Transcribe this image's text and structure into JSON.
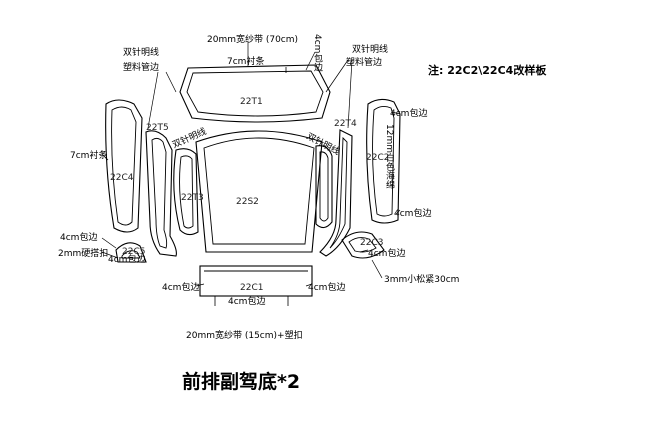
{
  "note": "注: 22C2\\22C4改样板",
  "title": "前排副驾底*2",
  "piece_codes": {
    "top": "22T1",
    "center": "22S2",
    "left_side": "22C4",
    "right_side": "22C2",
    "left_gusset": "22T5",
    "right_gusset": "22T4",
    "left_inner_strip": "22T3",
    "bottom": "22C1",
    "left_small": "22C5",
    "right_small": "22C3"
  },
  "labels": {
    "top_band": "20mm宽纱带 (70cm)",
    "top_liner": "7cm衬条",
    "top_edge_v": "4cm包边",
    "left_stitch": "双针明线",
    "left_tube": "塑料管边",
    "right_stitch": "双针明线",
    "right_tube": "塑料管边",
    "left_side_liner": "7cm衬条",
    "left_diag_stitch": "双针明线",
    "right_diag_stitch": "双针明线",
    "right_top_edge": "4cm包边",
    "right_foam_v": "12mm白色海绵",
    "right_mid_edge": "4cm包边",
    "left_binding_1": "4cm包边",
    "left_hard_rail": "2mm硬搭扣",
    "left_binding_2": "4cm包边",
    "right_binding": "4cm包边",
    "elastic": "3mm小松紧30cm",
    "bottom_left_edge": "4cm包边",
    "bottom_center_edge": "4cm包边",
    "bottom_right_edge": "4cm包边",
    "bottom_band": "20mm宽纱带 (15cm)+塑扣"
  }
}
